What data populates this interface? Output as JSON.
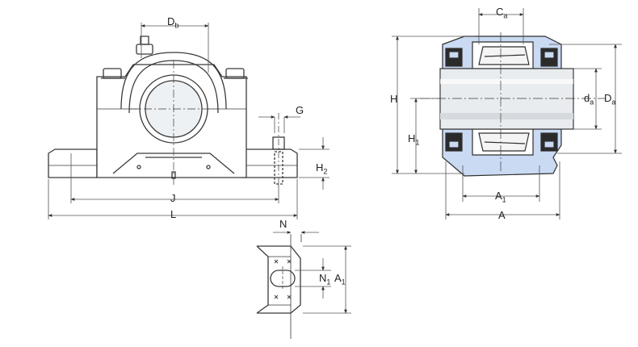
{
  "colors": {
    "line": "#3a3a3a",
    "dim": "#555555",
    "shaft_fill": "#e9ecef",
    "housing_blue": "#c9daf2",
    "dark": "#222222"
  },
  "front_view": {
    "Db": {
      "main": "D",
      "sub": "b"
    },
    "G": "G",
    "H2": {
      "main": "H",
      "sub": "2"
    },
    "J": "J",
    "L": "L"
  },
  "foot_view": {
    "N": "N",
    "N1": {
      "main": "N",
      "sub": "1"
    },
    "A1": {
      "main": "A",
      "sub": "1"
    }
  },
  "section_view": {
    "Ca": {
      "main": "C",
      "sub": "a"
    },
    "H": "H",
    "H1": {
      "main": "H",
      "sub": "1"
    },
    "da": {
      "main": "d",
      "sub": "a"
    },
    "Da": {
      "main": "D",
      "sub": "a"
    },
    "A1": {
      "main": "A",
      "sub": "1"
    },
    "A": "A"
  }
}
